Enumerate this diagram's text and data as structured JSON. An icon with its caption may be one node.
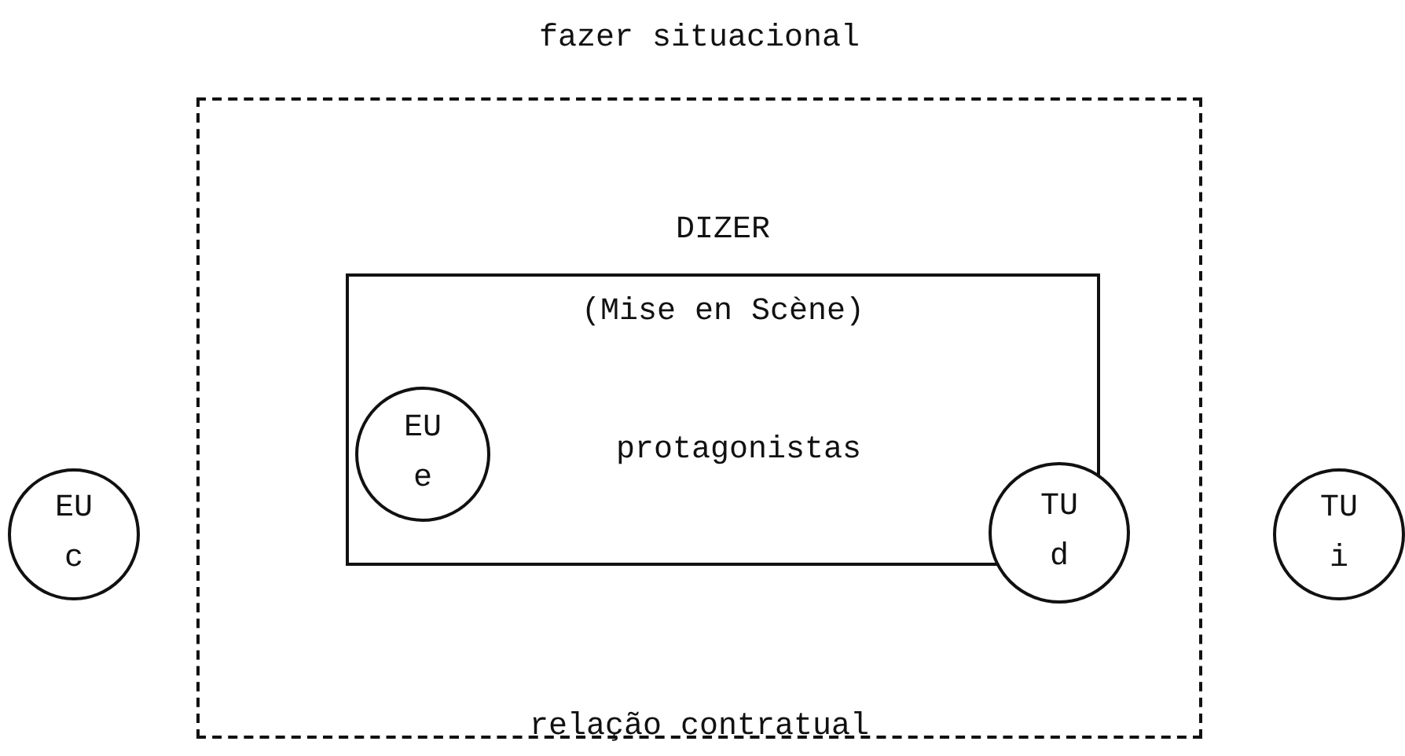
{
  "diagram": {
    "nodes": [
      {
        "text": [
          "fazer situacional",
          "relação contratual"
        ]
      },
      {
        "text": [
          "DIZER",
          "(Mise en Scène)",
          "protagonistas"
        ],
        "in": 0
      },
      {
        "text": [
          "EU e"
        ],
        "in": 1
      },
      {
        "text": [
          "TU d"
        ],
        "in": 0
      },
      {
        "text": [
          "EU c"
        ]
      },
      {
        "text": [
          "TU i"
        ]
      }
    ],
    "edges": []
  }
}
